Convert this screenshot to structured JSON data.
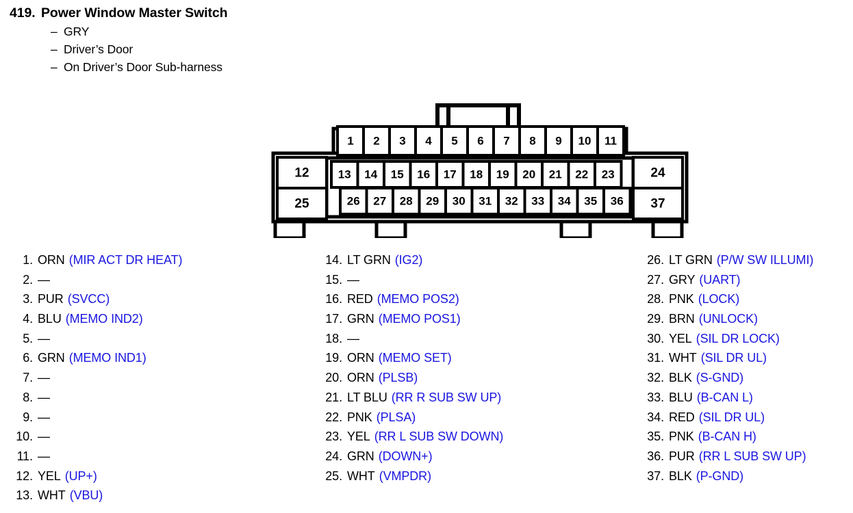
{
  "header": {
    "number": "419.",
    "title": "Power Window Master Switch",
    "dash": "–",
    "details": [
      "GRY",
      "Driver’s Door",
      "On Driver’s Door Sub-harness"
    ]
  },
  "colors": {
    "signal_blue": "#1a16e0",
    "text_black": "#000000",
    "outline": "#000000",
    "background": "#ffffff"
  },
  "connector": {
    "name": "37-pin connector diagram",
    "top_row": [
      "1",
      "2",
      "3",
      "4",
      "5",
      "6",
      "7",
      "8",
      "9",
      "10",
      "11"
    ],
    "left_column": [
      "12",
      "25"
    ],
    "middle_row": [
      "13",
      "14",
      "15",
      "16",
      "17",
      "18",
      "19",
      "20",
      "21",
      "22",
      "23"
    ],
    "bottom_row": [
      "26",
      "27",
      "28",
      "29",
      "30",
      "31",
      "32",
      "33",
      "34",
      "35",
      "36"
    ],
    "right_column": [
      "24",
      "37"
    ],
    "latch_label": "latch-tab",
    "bottom_tabs": 4
  },
  "pins": {
    "column1": [
      {
        "no": "1.",
        "color": "ORN",
        "signal": "(MIR ACT DR HEAT)"
      },
      {
        "no": "2.",
        "color": "—",
        "signal": ""
      },
      {
        "no": "3.",
        "color": "PUR",
        "signal": "(SVCC)"
      },
      {
        "no": "4.",
        "color": "BLU",
        "signal": "(MEMO IND2)"
      },
      {
        "no": "5.",
        "color": "—",
        "signal": ""
      },
      {
        "no": "6.",
        "color": "GRN",
        "signal": "(MEMO IND1)"
      },
      {
        "no": "7.",
        "color": "—",
        "signal": ""
      },
      {
        "no": "8.",
        "color": "—",
        "signal": ""
      },
      {
        "no": "9.",
        "color": "—",
        "signal": ""
      },
      {
        "no": "10.",
        "color": "—",
        "signal": ""
      },
      {
        "no": "11.",
        "color": "—",
        "signal": ""
      },
      {
        "no": "12.",
        "color": "YEL",
        "signal": "(UP+)"
      },
      {
        "no": "13.",
        "color": "WHT",
        "signal": "(VBU)"
      }
    ],
    "column2": [
      {
        "no": "14.",
        "color": "LT GRN",
        "signal": "(IG2)"
      },
      {
        "no": "15.",
        "color": "—",
        "signal": ""
      },
      {
        "no": "16.",
        "color": "RED",
        "signal": "(MEMO POS2)"
      },
      {
        "no": "17.",
        "color": "GRN",
        "signal": "(MEMO POS1)"
      },
      {
        "no": "18.",
        "color": "—",
        "signal": ""
      },
      {
        "no": "19.",
        "color": "ORN",
        "signal": "(MEMO SET)"
      },
      {
        "no": "20.",
        "color": "ORN",
        "signal": "(PLSB)"
      },
      {
        "no": "21.",
        "color": "LT BLU",
        "signal": "(RR R SUB SW UP)"
      },
      {
        "no": "22.",
        "color": "PNK",
        "signal": "(PLSA)"
      },
      {
        "no": "23.",
        "color": "YEL",
        "signal": "(RR L SUB SW DOWN)"
      },
      {
        "no": "24.",
        "color": "GRN",
        "signal": "(DOWN+)"
      },
      {
        "no": "25.",
        "color": "WHT",
        "signal": "(VMPDR)"
      }
    ],
    "column3": [
      {
        "no": "26.",
        "color": "LT GRN",
        "signal": "(P/W SW ILLUMI)"
      },
      {
        "no": "27.",
        "color": "GRY",
        "signal": "(UART)"
      },
      {
        "no": "28.",
        "color": "PNK",
        "signal": "(LOCK)"
      },
      {
        "no": "29.",
        "color": "BRN",
        "signal": "(UNLOCK)"
      },
      {
        "no": "30.",
        "color": "YEL",
        "signal": "(SIL DR LOCK)"
      },
      {
        "no": "31.",
        "color": "WHT",
        "signal": "(SIL DR UL)"
      },
      {
        "no": "32.",
        "color": "BLK",
        "signal": "(S-GND)"
      },
      {
        "no": "33.",
        "color": "BLU",
        "signal": "(B-CAN L)"
      },
      {
        "no": "34.",
        "color": "RED",
        "signal": "(SIL DR UL)"
      },
      {
        "no": "35.",
        "color": "PNK",
        "signal": "(B-CAN H)"
      },
      {
        "no": "36.",
        "color": "PUR",
        "signal": "(RR L SUB SW UP)"
      },
      {
        "no": "37.",
        "color": "BLK",
        "signal": "(P-GND)"
      }
    ]
  }
}
